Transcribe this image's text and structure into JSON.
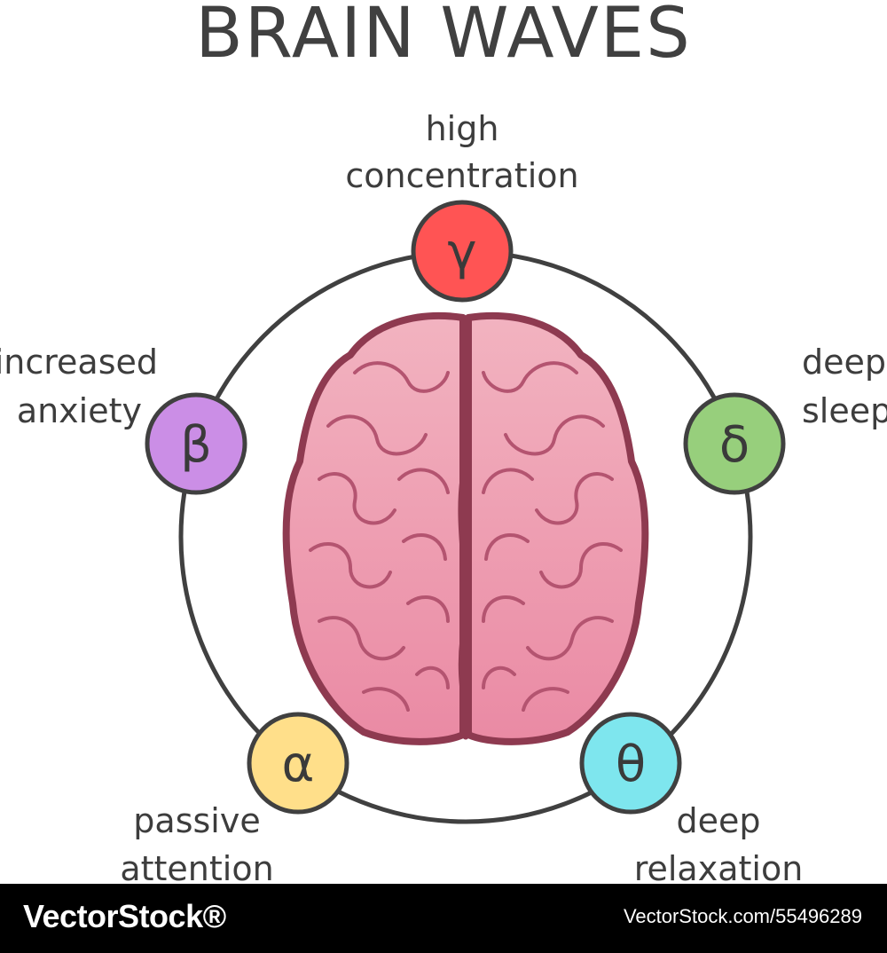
{
  "title": "BRAIN WAVES",
  "center_image": "brain",
  "waves": [
    {
      "id": "gamma",
      "symbol": "γ",
      "color": "#ff5454",
      "label_lines": [
        "high",
        "concentration"
      ]
    },
    {
      "id": "delta",
      "symbol": "δ",
      "color": "#97cf7c",
      "label_lines": [
        "deep",
        "sleep"
      ]
    },
    {
      "id": "theta",
      "symbol": "θ",
      "color": "#7ee6ee",
      "label_lines": [
        "deep",
        "relaxation"
      ]
    },
    {
      "id": "alpha",
      "symbol": "α",
      "color": "#ffdf8a",
      "label_lines": [
        "passive",
        "attention"
      ]
    },
    {
      "id": "beta",
      "symbol": "β",
      "color": "#cb8ee6",
      "label_lines": [
        "increased",
        "anxiety"
      ]
    }
  ],
  "colors": {
    "ring": "#404040",
    "brain_fill": "#f0a2b4",
    "brain_outline": "#8e3a50"
  },
  "footer": {
    "brand": "VectorStock®",
    "url": "VectorStock.com/55496289"
  }
}
